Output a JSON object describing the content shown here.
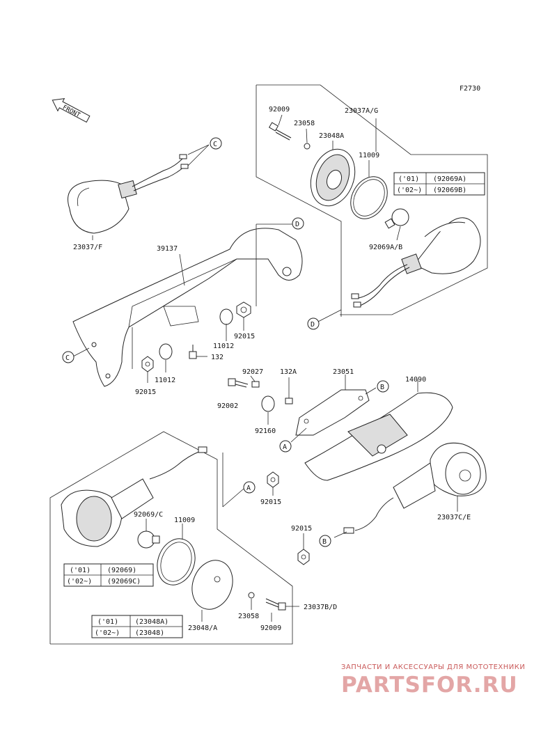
{
  "figure_code": "F2730",
  "front_label": "FRONT",
  "callout_letters": {
    "a": "A",
    "b": "B",
    "c": "C",
    "d": "D"
  },
  "part_labels": {
    "p23037ag": "23037A/G",
    "p92009_top": "92009",
    "p23058_top": "23058",
    "p23048a": "23048A",
    "p11009_top": "11009",
    "p23037f": "23037/F",
    "p39137": "39137",
    "p92069ab": "92069A/B",
    "p11012_right": "11012",
    "p92015_right": "92015",
    "p132": "132",
    "p11012_left": "11012",
    "p92015_left": "92015",
    "p92027": "92027",
    "p132a": "132A",
    "p23051": "23051",
    "p14090": "14090",
    "p92002": "92002",
    "p92160": "92160",
    "p92015_mid": "92015",
    "p92069c": "92069/C",
    "p11009_bot": "11009",
    "p23037ce": "23037C/E",
    "p92015_low": "92015",
    "p23058_bot": "23058",
    "p92009_bot": "92009",
    "p23048a_slash": "23048/A",
    "p23037bd": "23037B/D"
  },
  "tables": {
    "bulb_top": [
      {
        "year": "('01)",
        "part": "(92069A)"
      },
      {
        "year": "('02~)",
        "part": "(92069B)"
      }
    ],
    "bulb_bottom": [
      {
        "year": "('01)",
        "part": "(92069)"
      },
      {
        "year": "('02~)",
        "part": "(92069C)"
      }
    ],
    "lens_bottom": [
      {
        "year": "('01)",
        "part": "(23048A)"
      },
      {
        "year": "('02~)",
        "part": "(23048)"
      }
    ]
  },
  "watermark": {
    "line1": "ЗАПЧАСТИ И АКСЕССУАРЫ ДЛЯ МОТОТЕХНИКИ",
    "line2": "PARTSFOR.RU"
  }
}
